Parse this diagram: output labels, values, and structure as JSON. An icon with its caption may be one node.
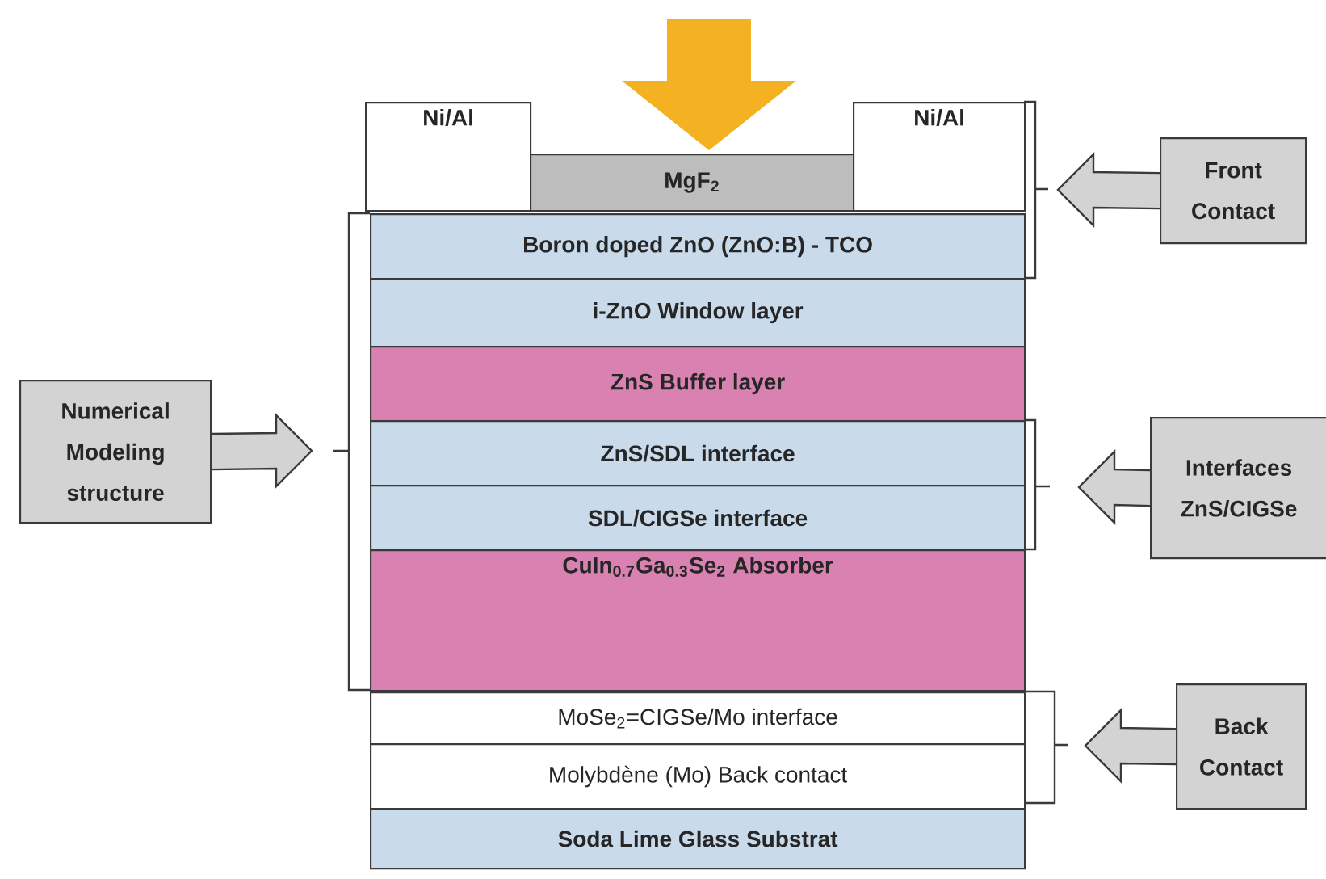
{
  "diagram": {
    "nodes": [
      {
        "text": [
          "Ni/Al"
        ]
      },
      {
        "text": [
          "MgF$_{2}$"
        ]
      },
      {
        "text": [
          "Ni/Al"
        ]
      },
      {
        "text": [
          "Boron doped ZnO (ZnO:B) - TCO"
        ]
      },
      {
        "text": [
          "i-ZnO Window layer"
        ]
      },
      {
        "text": [
          "ZnS Buffer layer"
        ]
      },
      {
        "text": [
          "ZnS/SDL interface"
        ]
      },
      {
        "text": [
          "SDL/CIGSe interface"
        ]
      },
      {
        "text": [
          "CuIn$_{0.7}$Ga$_{0.3}$Se$_{2}$  Absorber"
        ]
      },
      {
        "text": [
          "MoSe$_{2}$=CIGSe/Mo interface"
        ]
      },
      {
        "text": [
          "Molybdène (Mo) Back contact"
        ]
      },
      {
        "text": [
          "Soda Lime Glass Substrat"
        ]
      },
      {
        "text": [
          "Front Contact"
        ]
      },
      {
        "text": [
          "Numerical Modeling structure"
        ]
      },
      {
        "text": [
          "Interfaces ZnS/CIGSe"
        ]
      },
      {
        "text": [
          "Back Contact"
        ]
      }
    ],
    "edges": [
      {
        "from": 12,
        "to": null,
        "arrow": "to"
      },
      {
        "from": 13,
        "to": null,
        "arrow": "to"
      },
      {
        "from": 14,
        "to": null,
        "arrow": "to"
      },
      {
        "from": 15,
        "to": null,
        "arrow": "to"
      }
    ]
  }
}
